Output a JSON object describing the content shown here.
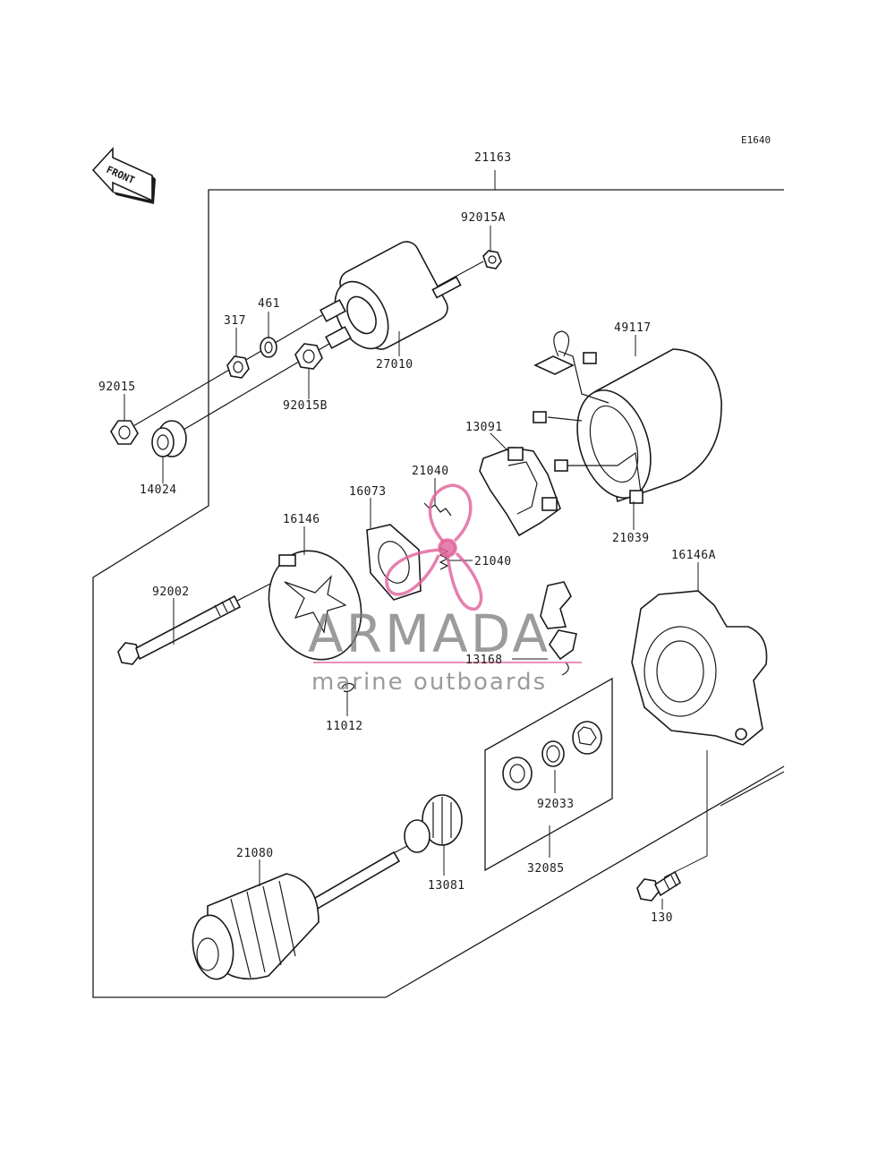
{
  "diagram_code": "E1640",
  "front_label": "FRONT",
  "watermark": {
    "title": "ARMADA",
    "subtitle": "marine outboards",
    "accent_color": "#e0609a"
  },
  "parts": {
    "p21163": "21163",
    "p92015A": "92015A",
    "p461": "461",
    "p317": "317",
    "p27010": "27010",
    "p49117": "49117",
    "p92015": "92015",
    "p92015B": "92015B",
    "p14024": "14024",
    "p13091": "13091",
    "p21040a": "21040",
    "p16073": "16073",
    "p16146": "16146",
    "p21039": "21039",
    "p21040b": "21040",
    "p16146A": "16146A",
    "p92002": "92002",
    "p13168": "13168",
    "p11012": "11012",
    "p92033": "92033",
    "p21080": "21080",
    "p13081": "13081",
    "p32085": "32085",
    "p130": "130"
  }
}
